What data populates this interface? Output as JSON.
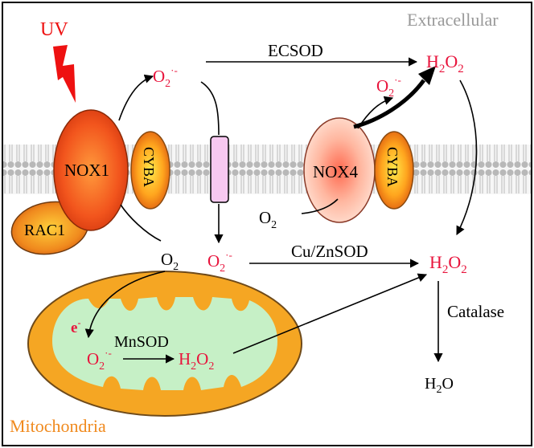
{
  "labels": {
    "uv": "UV",
    "extracellular": "Extracellular",
    "mitochondria": "Mitochondria",
    "nox1": "NOX1",
    "nox4": "NOX4",
    "cyba_left": "CYBA",
    "cyba_right": "CYBA",
    "rac1": "RAC1",
    "ecsod": "ECSOD",
    "cuznsod": "Cu/ZnSOD",
    "mnsod": "MnSOD",
    "catalase": "Catalase",
    "electron": "e"
  },
  "species": {
    "superoxide_main": "O",
    "superoxide_sub": "2",
    "superoxide_sup": "·-",
    "peroxide_h": "H",
    "peroxide_sub": "2",
    "peroxide_o": "O",
    "oxygen_main": "O",
    "oxygen_sub": "2",
    "water_h": "H",
    "water_sub": "2",
    "water_o": "O",
    "electron_sup": "-"
  },
  "colors": {
    "species_red": "#e8143c",
    "uv_red": "#ee1111",
    "extracellular_gray": "#999999",
    "mitochondria_orange": "#f08a1e",
    "mito_outer": "#f5a623",
    "mito_inner": "#c6f0c6",
    "channel_pink": "#f7c8f0",
    "nox_orange": "#f05a1e",
    "membrane_gray": "#c8c8c8"
  }
}
